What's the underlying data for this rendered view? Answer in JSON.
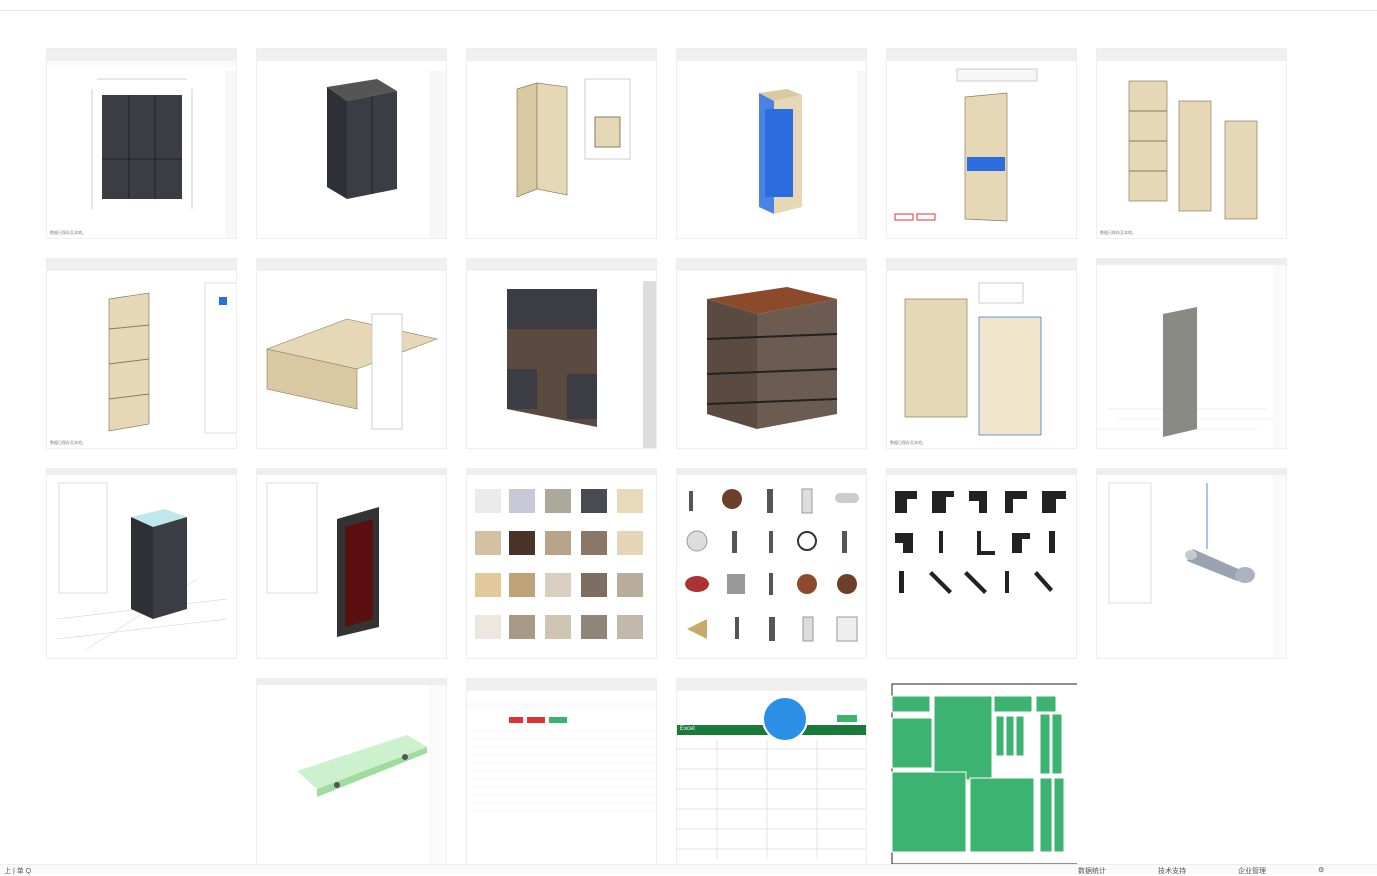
{
  "gallery": {
    "thumbnails": [
      {
        "id": "t01",
        "caption": "数据已保存至本地。"
      },
      {
        "id": "t02",
        "caption": ""
      },
      {
        "id": "t03",
        "caption": ""
      },
      {
        "id": "t04",
        "caption": ""
      },
      {
        "id": "t05",
        "caption": ""
      },
      {
        "id": "t06",
        "caption": "数据已保存至本地。"
      },
      {
        "id": "t07",
        "caption": "数据已保存至本地。"
      },
      {
        "id": "t08",
        "caption": ""
      },
      {
        "id": "t09",
        "caption": ""
      },
      {
        "id": "t10",
        "caption": ""
      },
      {
        "id": "t11",
        "caption": "数据已保存至本地。"
      },
      {
        "id": "t12",
        "caption": ""
      },
      {
        "id": "t13",
        "caption": ""
      },
      {
        "id": "t14",
        "caption": ""
      },
      {
        "id": "t15",
        "caption": ""
      },
      {
        "id": "t16",
        "caption": ""
      },
      {
        "id": "t17",
        "caption": ""
      },
      {
        "id": "t18",
        "caption": ""
      },
      {
        "id": "t19",
        "caption": ""
      },
      {
        "id": "t20",
        "caption": ""
      },
      {
        "id": "t21",
        "caption": ""
      },
      {
        "id": "t22",
        "caption": ""
      }
    ]
  },
  "spreadsheet": {
    "toolbar_label": "Excel"
  },
  "taskbar": {
    "left_text": "上 | 单 Q",
    "items": [
      "数据统计",
      "技术支持",
      "企业管理"
    ]
  },
  "colors": {
    "accent": "#2b6cdf",
    "cabinet_dark": "#3c3c44",
    "wood": "#d9c9a3",
    "panel_green": "#3cb371",
    "toolbar": "#f0f0f0"
  }
}
